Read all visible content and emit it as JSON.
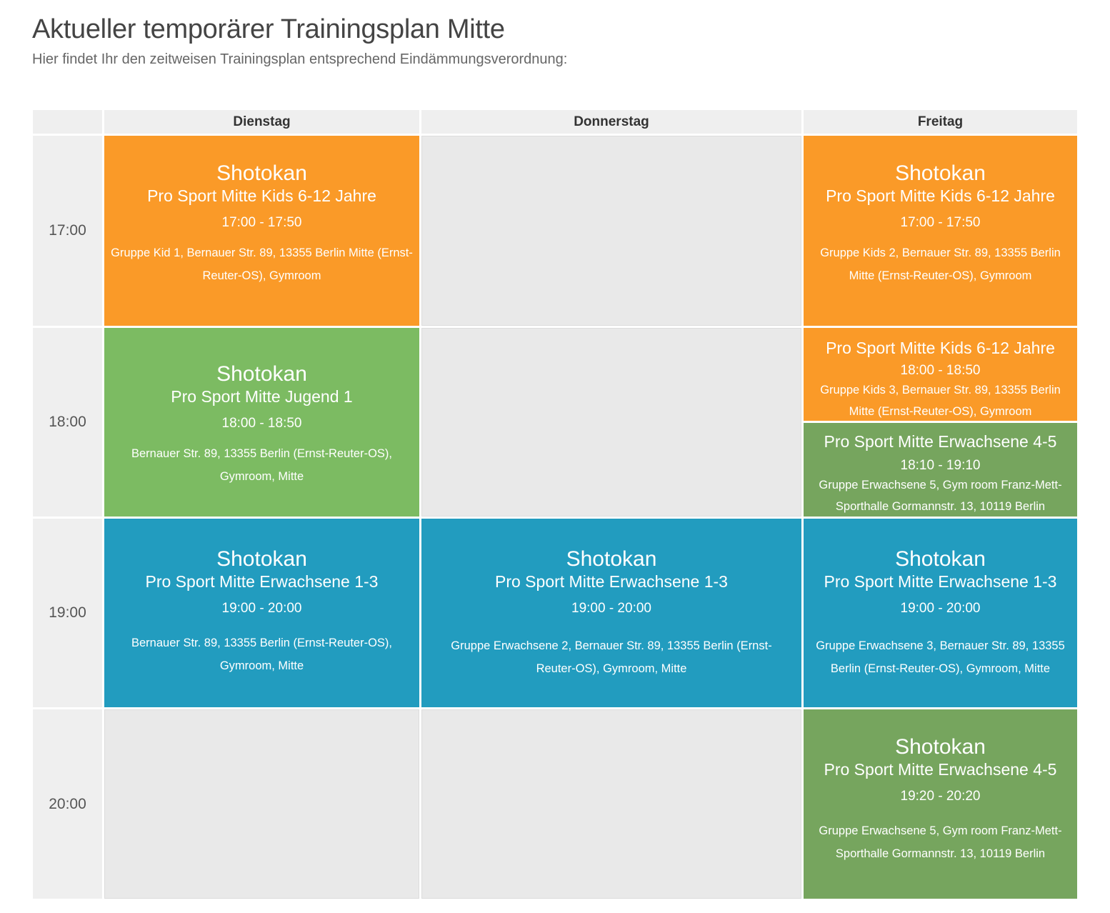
{
  "page": {
    "title": "Aktueller temporärer Trainingsplan Mitte",
    "subtitle": "Hier findet Ihr den zeitweisen Trainingsplan entsprechend Eindämmungsverordnung:"
  },
  "days": [
    "Dienstag",
    "Donnerstag",
    "Freitag"
  ],
  "times": [
    "17:00",
    "18:00",
    "19:00",
    "20:00"
  ],
  "events": {
    "tue_1700": {
      "title": "Shotokan",
      "group": "Pro Sport Mitte Kids 6-12 Jahre",
      "time": "17:00 - 17:50",
      "location": "Gruppe Kid 1, Bernauer Str. 89, 13355 Berlin Mitte (Ernst-Reuter-OS), Gymroom",
      "color": "#fa9a28"
    },
    "fri_1700": {
      "title": "Shotokan",
      "group": "Pro Sport Mitte Kids 6-12 Jahre",
      "time": "17:00 - 17:50",
      "location": "Gruppe Kids 2, Bernauer Str. 89, 13355 Berlin Mitte (Ernst-Reuter-OS), Gymroom",
      "color": "#fa9a28"
    },
    "tue_1800": {
      "title": "Shotokan",
      "group": "Pro Sport Mitte Jugend 1",
      "time": "18:00 - 18:50",
      "location": "Bernauer Str. 89, 13355 Berlin (Ernst-Reuter-OS), Gymroom, Mitte",
      "color": "#7cbb62"
    },
    "fri_1800": {
      "group": "Pro Sport Mitte Kids 6-12 Jahre",
      "time": "18:00 - 18:50",
      "location": "Gruppe Kids 3, Bernauer Str. 89, 13355 Berlin Mitte (Ernst-Reuter-OS), Gymroom",
      "color": "#fa9a28"
    },
    "fri_1810": {
      "group": "Pro Sport Mitte Erwachsene 4-5",
      "time": "18:10 - 19:10",
      "location": "Gruppe Erwachsene 5, Gym room Franz-Mett-Sporthalle Gormannstr. 13, 10119 Berlin",
      "color": "#76a55e"
    },
    "tue_1900": {
      "title": "Shotokan",
      "group": "Pro Sport Mitte Erwachsene 1-3",
      "time": "19:00 - 20:00",
      "location": "Bernauer Str. 89, 13355 Berlin (Ernst-Reuter-OS), Gymroom, Mitte",
      "color": "#229cbf"
    },
    "thu_1900": {
      "title": "Shotokan",
      "group": "Pro Sport Mitte Erwachsene 1-3",
      "time": "19:00 - 20:00",
      "location": "Gruppe Erwachsene 2, Bernauer Str. 89, 13355 Berlin (Ernst-Reuter-OS), Gymroom, Mitte",
      "color": "#229cbf"
    },
    "fri_1900": {
      "title": "Shotokan",
      "group": "Pro Sport Mitte Erwachsene 1-3",
      "time": "19:00 - 20:00",
      "location": "Gruppe Erwachsene 3, Bernauer Str. 89, 13355 Berlin (Ernst-Reuter-OS), Gymroom, Mitte",
      "color": "#229cbf"
    },
    "fri_1920": {
      "title": "Shotokan",
      "group": "Pro Sport Mitte Erwachsene 4-5",
      "time": "19:20 - 20:20",
      "location": "Gruppe Erwachsene 5, Gym room Franz-Mett-Sporthalle Gormannstr. 13, 10119 Berlin",
      "color": "#76a55e"
    }
  }
}
